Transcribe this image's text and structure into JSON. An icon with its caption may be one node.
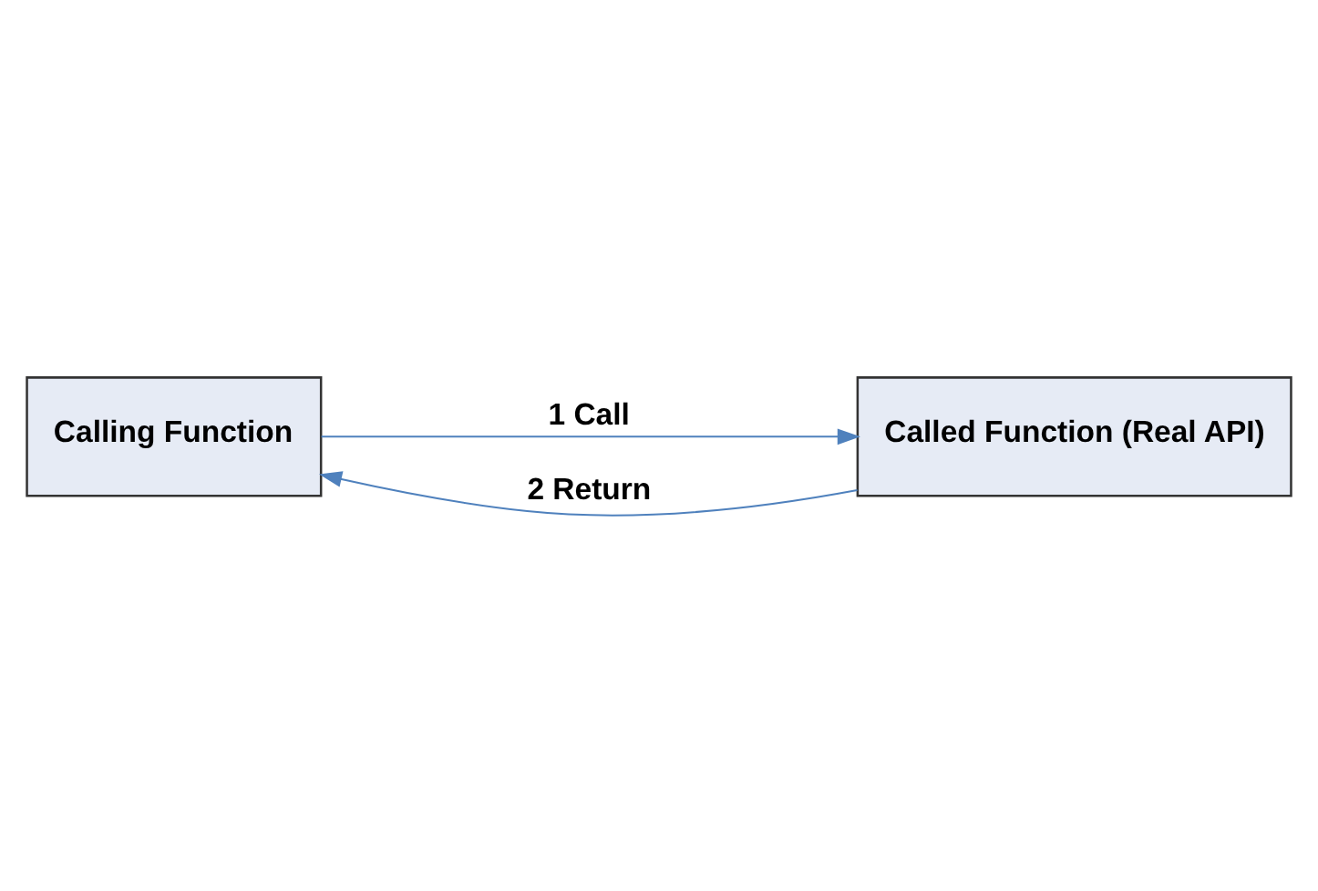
{
  "diagram": {
    "nodes": [
      {
        "text": [
          "Calling Function"
        ]
      },
      {
        "text": [
          "Called Function (Real API)"
        ]
      }
    ],
    "edges": [
      {
        "from": 0,
        "to": 1,
        "arrow": "to",
        "label": "1 Call"
      },
      {
        "from": 1,
        "to": 0,
        "arrow": "to",
        "label": "2 Return"
      }
    ]
  }
}
